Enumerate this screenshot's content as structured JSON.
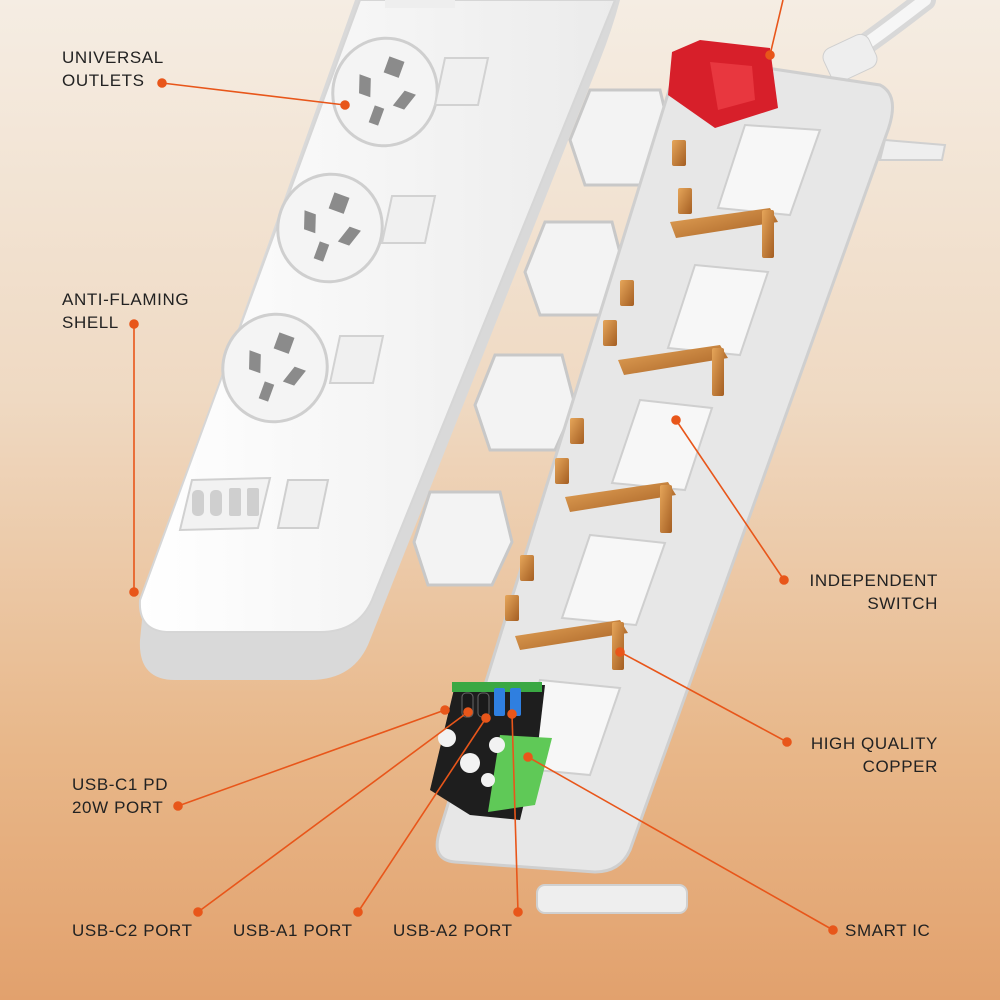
{
  "accent_color": "#e8561a",
  "callouts": {
    "universal_outlets": [
      "UNIVERSAL",
      "OUTLETS"
    ],
    "anti_flaming_shell": [
      "ANTI-FLAMING",
      "SHELL"
    ],
    "independent_switch": [
      "INDEPENDENT",
      "SWITCH"
    ],
    "high_quality_copper": [
      "HIGH QUALITY",
      "COPPER"
    ],
    "usb_c1": [
      "USB-C1 PD",
      "20W PORT"
    ],
    "usb_c2": "USB-C2 PORT",
    "usb_a1": "USB-A1 PORT",
    "usb_a2": "USB-A2 PORT",
    "smart_ic": "SMART IC"
  }
}
